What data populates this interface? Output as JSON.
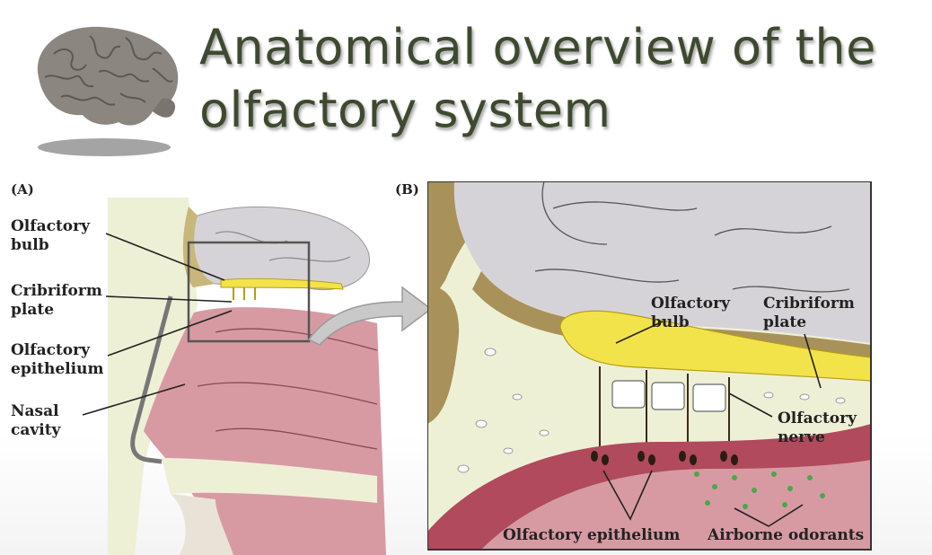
{
  "title": {
    "line1": "Anatomical overview of the",
    "line2": "olfactory system"
  },
  "icons": {
    "logo": "brain-icon",
    "arrow": "arrow-right-icon"
  },
  "panel_a": {
    "label": "(A)",
    "labels": {
      "olfactory_bulb": [
        "Olfactory",
        "bulb"
      ],
      "cribriform_plate": [
        "Cribriform",
        "plate"
      ],
      "olfactory_epithelium": [
        "Olfactory",
        "epithelium"
      ],
      "nasal_cavity": [
        "Nasal",
        "cavity"
      ]
    }
  },
  "panel_b": {
    "label": "(B)",
    "labels": {
      "olfactory_bulb": [
        "Olfactory",
        "bulb"
      ],
      "cribriform_plate": [
        "Cribriform",
        "plate"
      ],
      "olfactory_nerve": [
        "Olfactory",
        "nerve"
      ],
      "olfactory_epithelium": "Olfactory epithelium",
      "airborne_odorants": "Airborne odorants"
    }
  },
  "colors": {
    "title": "#3e4a2f",
    "bulb_yellow": "#f3e34a",
    "bone_cream": "#eef0d6",
    "tissue_pink": "#d79aa3",
    "epithelium_red": "#b04a5c",
    "brain_grey": "#d6d3d8",
    "dura_brown": "#a8925a"
  }
}
